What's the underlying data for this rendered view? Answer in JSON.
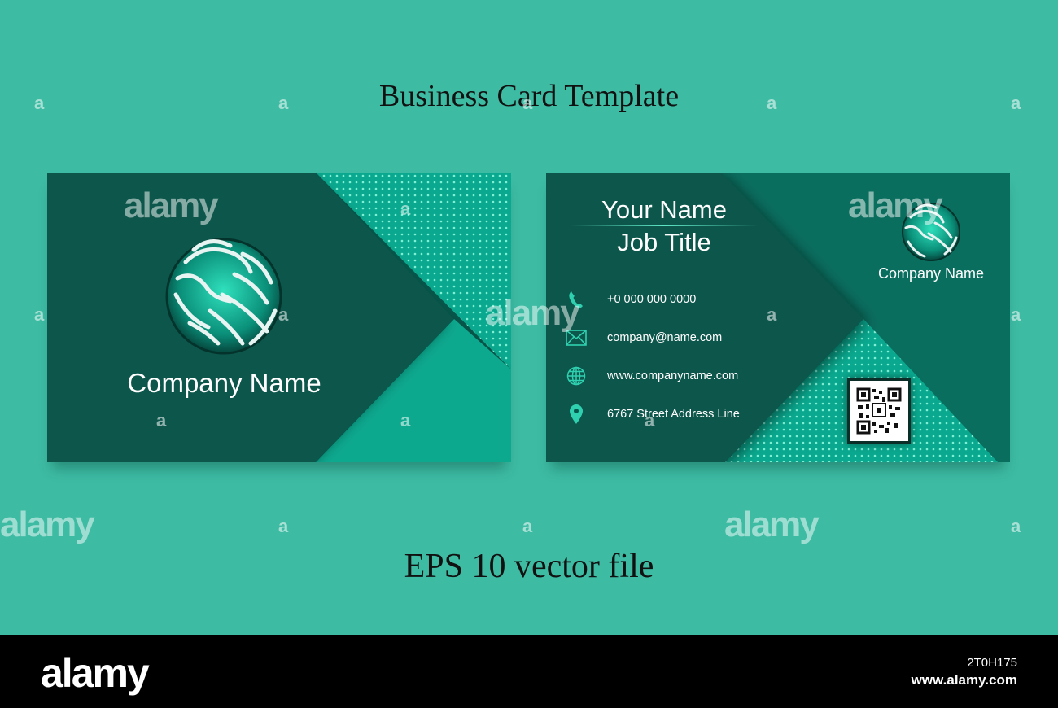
{
  "title": "Business Card Template",
  "subtitle": "EPS 10 vector file",
  "front": {
    "company_name": "Company Name"
  },
  "back": {
    "name": "Your Name",
    "job_title": "Job Title",
    "company_name": "Company Name",
    "contacts": [
      {
        "icon": "phone-icon",
        "text": "+0 000 000 0000"
      },
      {
        "icon": "envelope-icon",
        "text": "company@name.com"
      },
      {
        "icon": "globe-icon",
        "text": "www.companyname.com"
      },
      {
        "icon": "location-pin-icon",
        "text": "6767 Street Address Line"
      }
    ]
  },
  "watermark": {
    "text": "alamy",
    "letter": "a"
  },
  "footer": {
    "logo": "alamy",
    "image_id": "2T0H175",
    "site": "www.alamy.com"
  },
  "colors": {
    "background": "#3dbba3",
    "card_dark": "#07574c",
    "card_mid": "#0a6e5f",
    "card_light": "#0aa98f",
    "accent": "#5fe6c8"
  }
}
